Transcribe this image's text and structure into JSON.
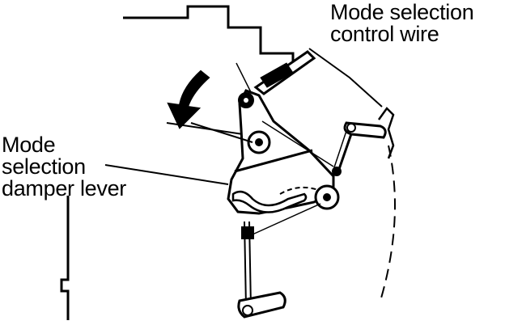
{
  "labels": {
    "control_wire": {
      "line1": "Mode selection",
      "line2": "control wire"
    },
    "damper_lever": {
      "line1": "Mode",
      "line2": "selection",
      "line3": "damper lever"
    }
  },
  "colors": {
    "ink": "#000000",
    "paper": "#ffffff"
  },
  "icons": {
    "rotation_arrow": "curved-arrow-icon"
  }
}
